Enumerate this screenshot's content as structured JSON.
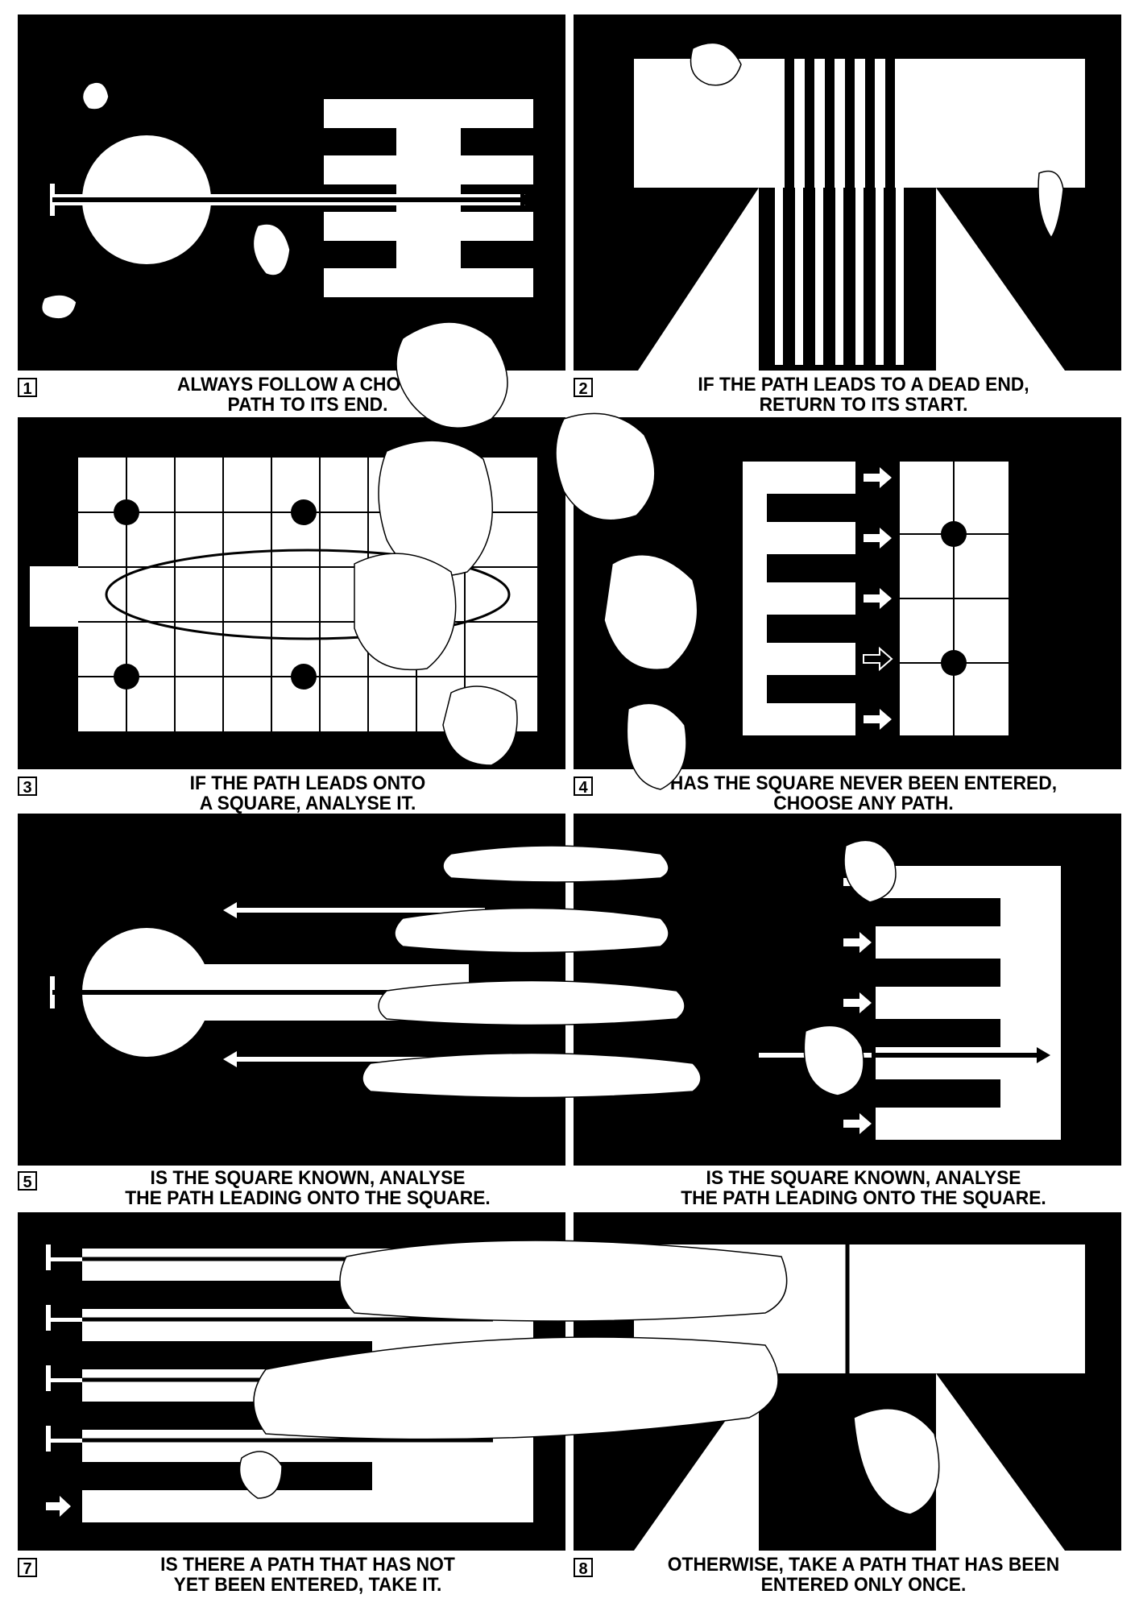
{
  "panels": [
    {
      "number": "1",
      "line1": "ALWAYS FOLLOW A CHOSEN",
      "line2": "PATH TO ITS END."
    },
    {
      "number": "2",
      "line1": "IF THE PATH LEADS TO A DEAD END,",
      "line2": "RETURN TO ITS START."
    },
    {
      "number": "3",
      "line1": "IF THE PATH LEADS ONTO",
      "line2": "A SQUARE, ANALYSE IT."
    },
    {
      "number": "4",
      "line1": "HAS THE SQUARE NEVER BEEN ENTERED,",
      "line2": "CHOOSE ANY PATH."
    },
    {
      "number": "5",
      "line1": "IS THE SQUARE KNOWN, ANALYSE",
      "line2": "THE PATH LEADING ONTO THE SQUARE."
    },
    {
      "line1": "IS THE SQUARE KNOWN, ANALYSE",
      "line2": "THE PATH LEADING ONTO THE SQUARE."
    },
    {
      "number": "7",
      "line1": "IS THERE A PATH THAT HAS NOT",
      "line2": "YET BEEN ENTERED, TAKE IT."
    },
    {
      "number": "8",
      "line1": "OTHERWISE, TAKE A PATH THAT HAS BEEN",
      "line2": "ENTERED ONLY ONCE."
    }
  ],
  "colors": {
    "ink": "#000000",
    "paper": "#ffffff"
  }
}
